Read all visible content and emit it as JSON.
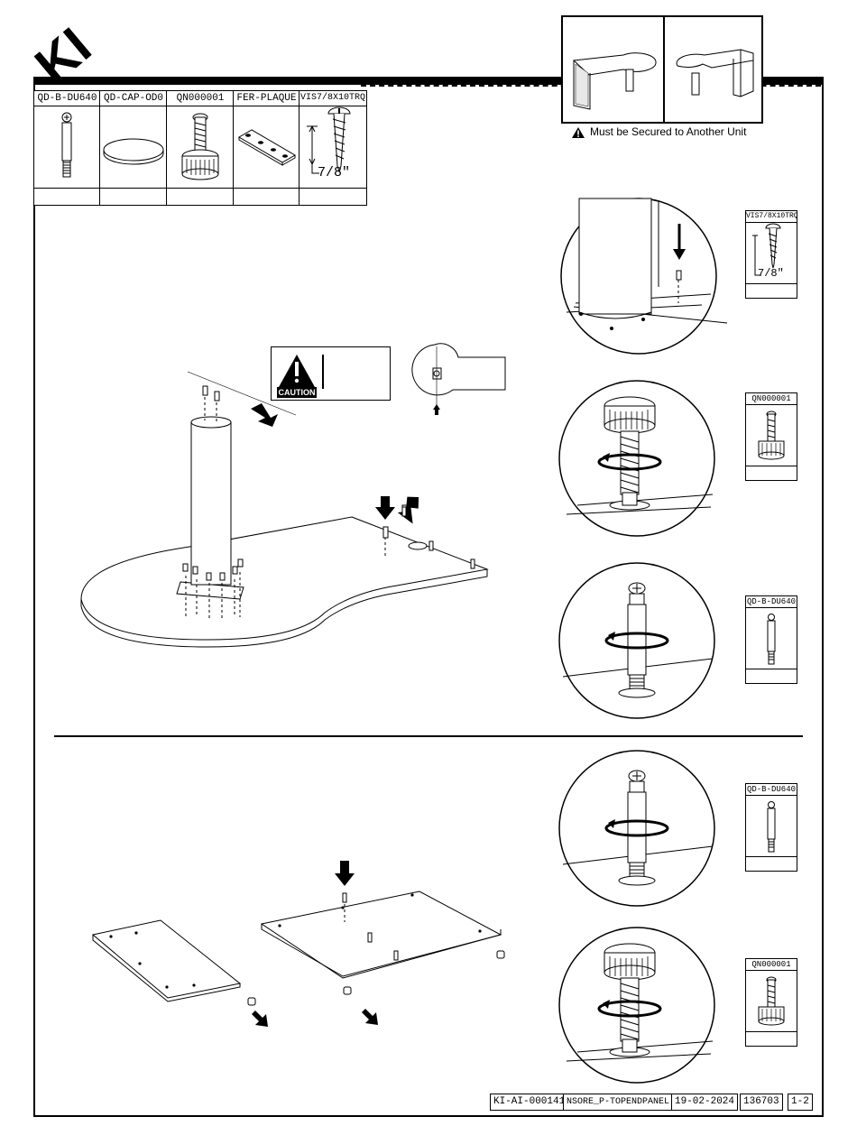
{
  "brand": {
    "logo": "KI"
  },
  "parts": [
    {
      "code": "QD-B-DU640",
      "qty": ""
    },
    {
      "code": "QD-CAP-OD0",
      "qty": ""
    },
    {
      "code": "QN000001",
      "qty": ""
    },
    {
      "code": "FER-PLAQUE",
      "qty": ""
    },
    {
      "code": "VIS7/8X10TRQ",
      "qty": "",
      "dimension": "7/8\""
    }
  ],
  "secure_note": "Must be Secured to Another Unit",
  "caution_label": "CAUTION",
  "step_parts": [
    {
      "code": "VIS7/8X10TRQ",
      "dimension": "7/8\""
    },
    {
      "code": "QN000001"
    },
    {
      "code": "QD-B-DU640"
    },
    {
      "code": "QD-B-DU640"
    },
    {
      "code": "QN000001"
    }
  ],
  "footer": {
    "doc_id": "KI-AI-000141",
    "file_name": "NSORE_P-TOPENDPANEL",
    "date": "19-02-2024",
    "number": "136703",
    "page": "1-2"
  },
  "colors": {
    "line": "#000000",
    "paper": "#ffffff",
    "gray": "#b8b8b8"
  }
}
